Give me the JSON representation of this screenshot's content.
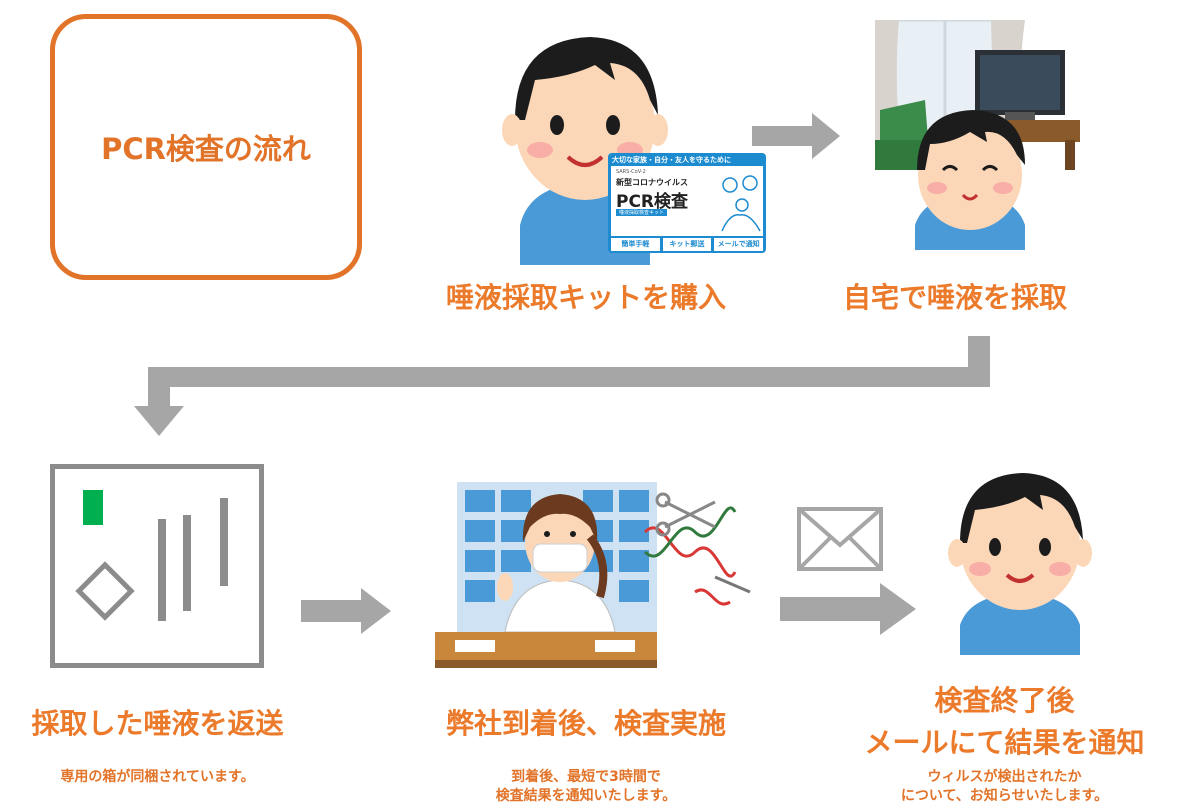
{
  "title": "PCR検査の流れ",
  "steps": [
    {
      "label": "唾液採取キットを購入"
    },
    {
      "label": "自宅で唾液を採取"
    },
    {
      "label": "採取した唾液を返送",
      "note": "専用の箱が同梱されています。"
    },
    {
      "label": "弊社到着後、検査実施",
      "note_lines": [
        "到着後、最短で3時間で",
        "検査結果を通知いたします。"
      ]
    },
    {
      "label_lines": [
        "検査終了後",
        "メールにて結果を通知"
      ],
      "note_lines": [
        "ウィルスが検出されたか",
        "について、お知らせいたします。"
      ]
    }
  ],
  "kit_card": {
    "banner": "大切な家族・自分・友人を守るために",
    "virus": "SARS-CoV-2",
    "subtitle": "新型コロナウイルス",
    "heading": "PCR検査",
    "tag": "唾液採取検査キット",
    "features": [
      "簡単手軽",
      "キット郵送",
      "メールで通知"
    ]
  },
  "colors": {
    "accent": "#e2742a",
    "arrow": "#a6a6a6",
    "green": "#00b050",
    "skin": "#fbd7b7",
    "shirt": "#4b9ad8",
    "hair": "#1c1c1c"
  }
}
